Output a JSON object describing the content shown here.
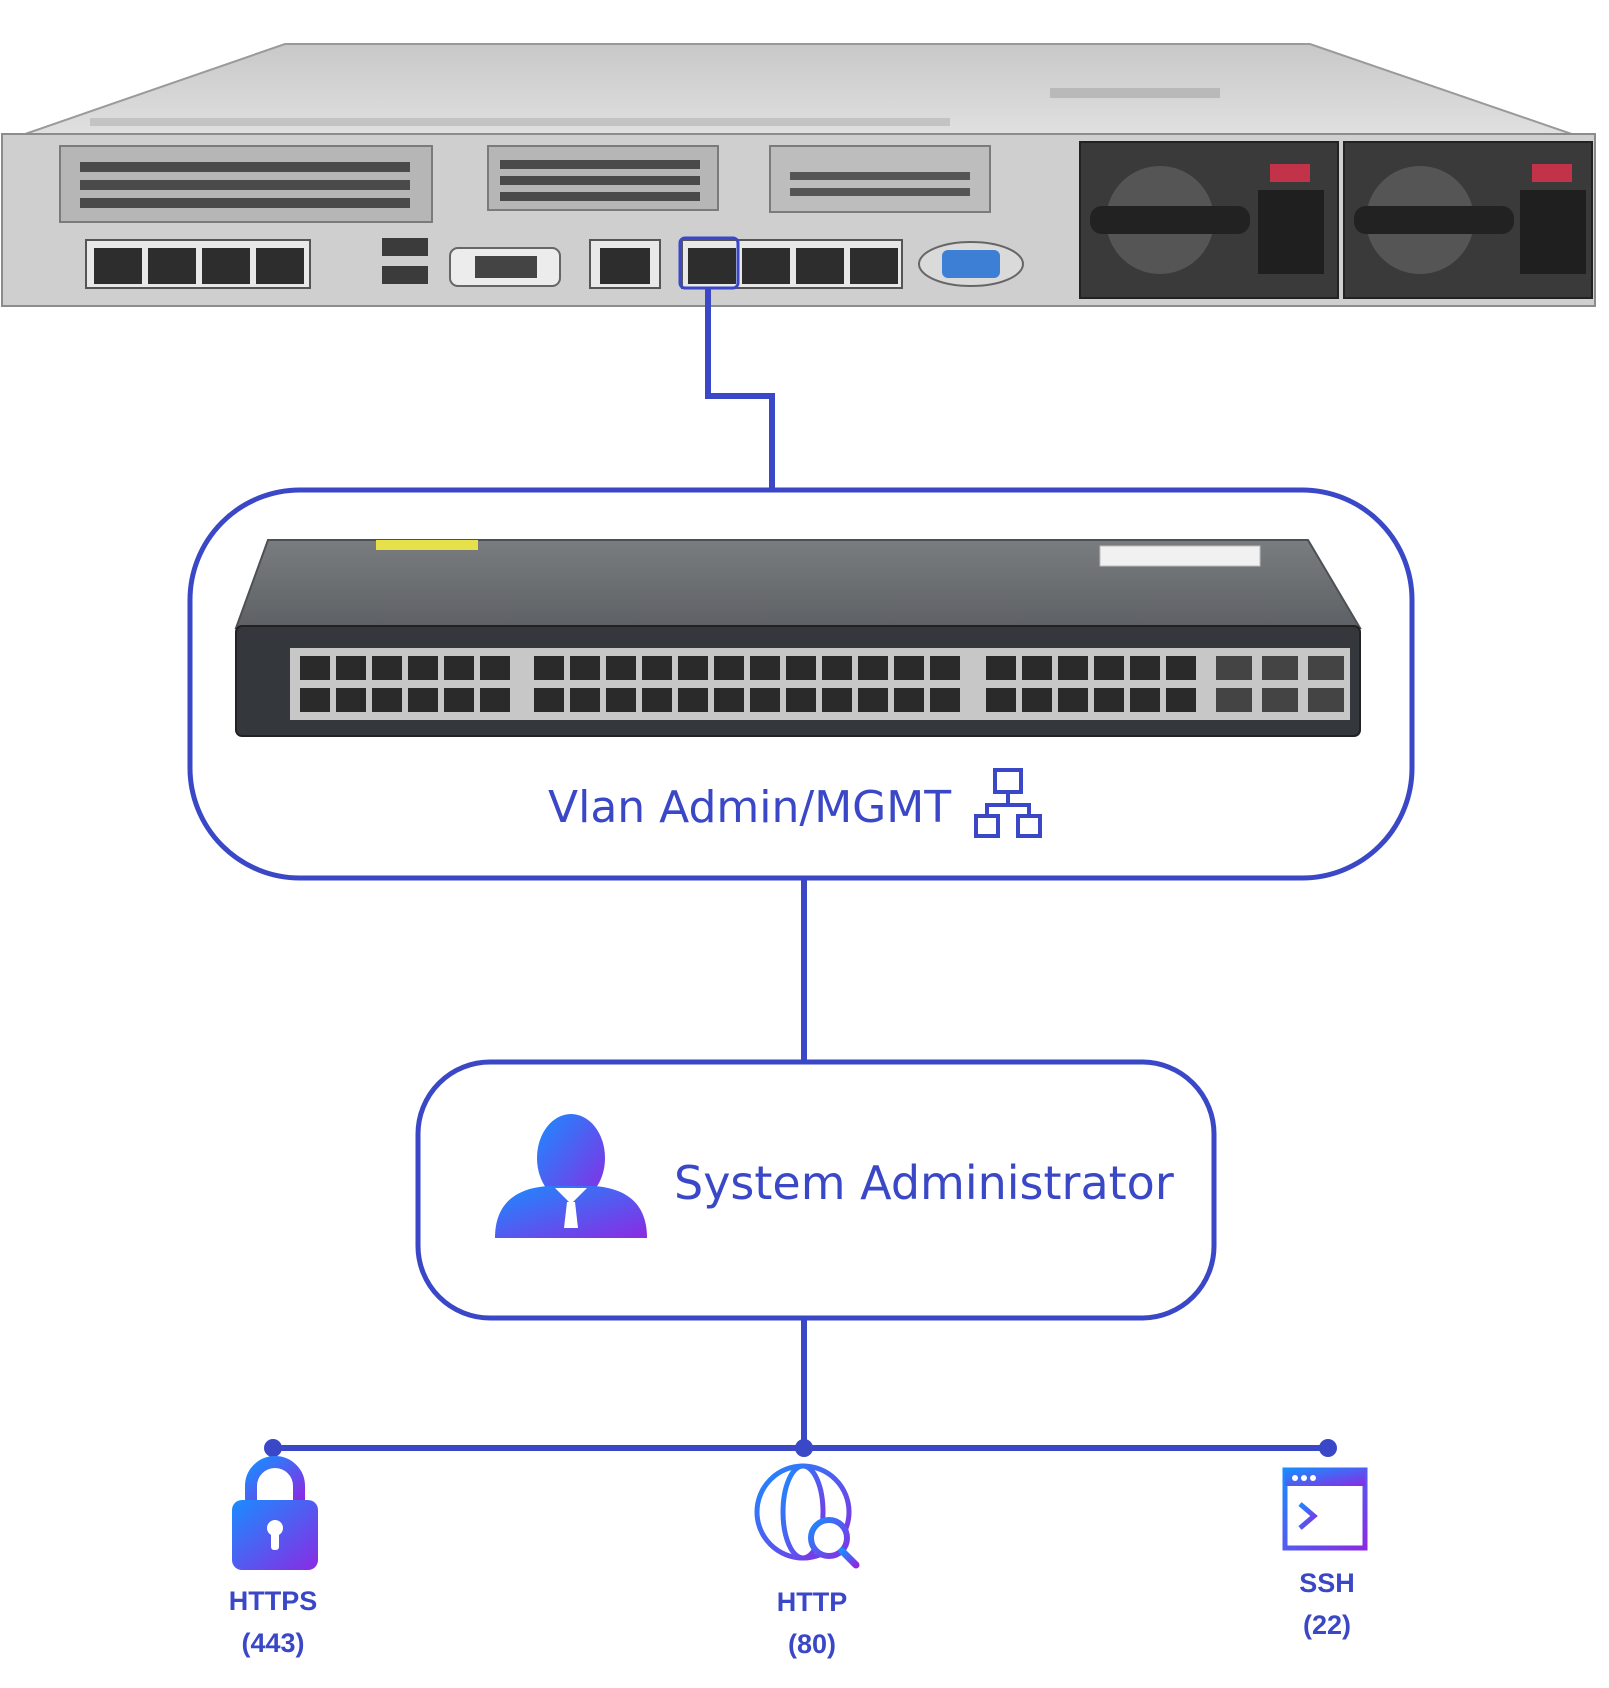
{
  "diagram": {
    "vlan_zone": {
      "label": "Vlan Admin/MGMT",
      "icon": "network-icon"
    },
    "admin_zone": {
      "label": "System Administrator",
      "icon": "user-icon"
    },
    "protocols": [
      {
        "name": "HTTPS",
        "port": "(443)",
        "icon": "lock-icon"
      },
      {
        "name": "HTTP",
        "port": "(80)",
        "icon": "globe-search-icon"
      },
      {
        "name": "SSH",
        "port": "(22)",
        "icon": "terminal-icon"
      }
    ]
  },
  "colors": {
    "line": "#3a47c7",
    "server_body": "#d4d4d4",
    "switch_body": "#6e7175",
    "gradient_start": "#1a8cff",
    "gradient_end": "#8a2be2"
  }
}
